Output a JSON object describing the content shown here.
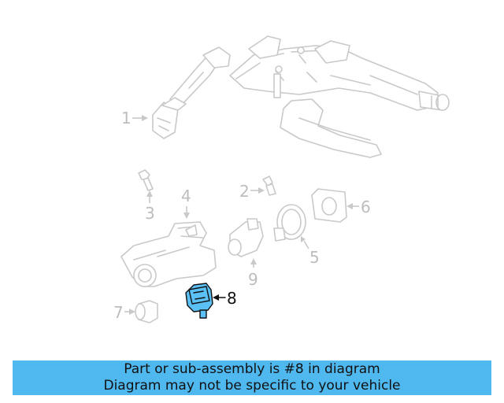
{
  "callouts": [
    {
      "id": "1",
      "label": "1",
      "highlighted": false
    },
    {
      "id": "2",
      "label": "2",
      "highlighted": false
    },
    {
      "id": "3",
      "label": "3",
      "highlighted": false
    },
    {
      "id": "4",
      "label": "4",
      "highlighted": false
    },
    {
      "id": "5",
      "label": "5",
      "highlighted": false
    },
    {
      "id": "6",
      "label": "6",
      "highlighted": false
    },
    {
      "id": "7",
      "label": "7",
      "highlighted": false
    },
    {
      "id": "8",
      "label": "8",
      "highlighted": true
    },
    {
      "id": "9",
      "label": "9",
      "highlighted": false
    }
  ],
  "banner": {
    "line1": "Part or sub-assembly is #8 in diagram",
    "line2": "Diagram may not be specific to your vehicle"
  },
  "colors": {
    "highlight_fill": "#5bc0f5",
    "banner_bg": "#4fb8ef",
    "muted_line": "#c9c9c9"
  }
}
